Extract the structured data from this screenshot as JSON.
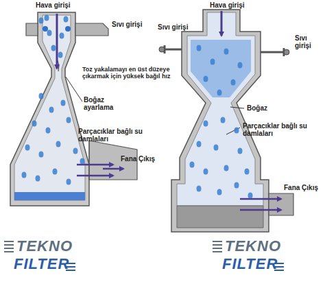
{
  "diagram": {
    "labels": [
      "Hava girişi",
      "Sıvı girişi",
      "Toz yakalamayı en üst düzeye çıkarmak için yüksek bağıl hız",
      "Boğaz ayarlama",
      "Parçacıklar bağlı su damlaları",
      "Fana Çıkış",
      "Hava girişi",
      "Sıvı girişi",
      "Sıvı girişi",
      "Boğaz",
      "Parçacıklar bağlı su damlaları",
      "Fana Çıkış",
      "TEKNO",
      "FILTER",
      "TEKNO",
      "FILTER"
    ]
  }
}
